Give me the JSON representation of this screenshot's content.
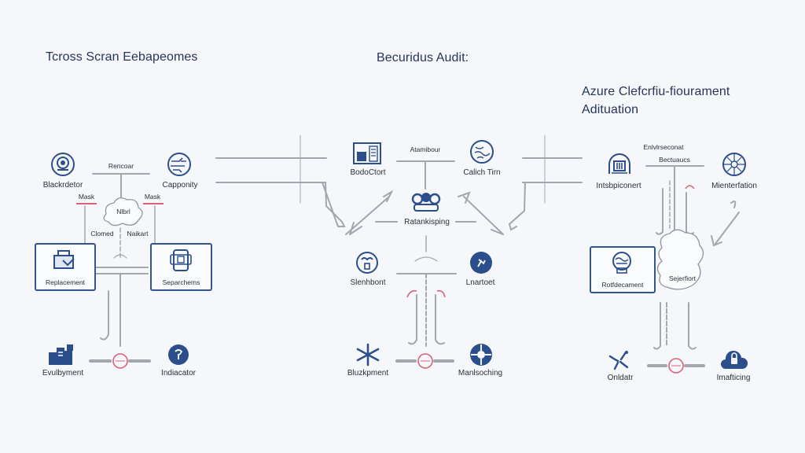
{
  "colors": {
    "primary": "#2c4e8c",
    "line": "#9aa0a8",
    "accent_red": "#d9637a",
    "background": "#f6f7fa"
  },
  "sections": [
    {
      "title": "Tcross Scran Eebapeomes",
      "top_label": "Rencoar",
      "nodes": {
        "top_left": {
          "label": "Blackrdetor",
          "icon": "globe-gear-icon"
        },
        "top_right": {
          "label": "Capponity",
          "icon": "globe-circuit-icon"
        },
        "mid_left_tag": "Mask",
        "mid_right_tag": "Mask",
        "cloud_label": "Nlbrl",
        "cloud_left": "Clomed",
        "cloud_right": "Naikart",
        "box_left": {
          "label": "Replacement",
          "icon": "folder-mail-icon"
        },
        "box_right": {
          "label": "Separchems",
          "icon": "device-icon"
        },
        "bottom_left": {
          "label": "Evulbyment",
          "icon": "servers-icon"
        },
        "bottom_right": {
          "label": "Indiacator",
          "icon": "badge-icon"
        }
      }
    },
    {
      "title": "Becuridus Audit:",
      "top_label": "Atamibour",
      "nodes": {
        "top_left": {
          "label": "BodoCtort",
          "icon": "dashboard-icon"
        },
        "top_right": {
          "label": "Calich Tirn",
          "icon": "brain-globe-icon"
        },
        "center": {
          "label": "Ratankisping",
          "icon": "cluster-icon"
        },
        "mid_left": {
          "label": "Slenhbont",
          "icon": "face-icon"
        },
        "mid_right": {
          "label": "Lnartoet",
          "icon": "person-run-icon"
        },
        "bottom_left": {
          "label": "Bluzkpment",
          "icon": "network-star-icon"
        },
        "bottom_right": {
          "label": "Manlsoching",
          "icon": "compass-icon"
        }
      }
    },
    {
      "title": "Azure Clefcrfiu-fiourament",
      "title_line2": "Adituation",
      "top_label": "Enlvlrseconat",
      "top_label2": "Bectuaucs",
      "nodes": {
        "top_left": {
          "label": "Intsbpiconert",
          "icon": "building-icon"
        },
        "top_right": {
          "label": "Mienterfation",
          "icon": "globe-grid-icon"
        },
        "box_left": {
          "label": "Rotfdecament",
          "icon": "brain-icon"
        },
        "cloud_label": "Sejerfiort",
        "bottom_left": {
          "label": "Onldatr",
          "icon": "scatter-icon"
        },
        "bottom_right": {
          "label": "Imafticing",
          "icon": "cloud-lock-icon"
        }
      }
    }
  ]
}
